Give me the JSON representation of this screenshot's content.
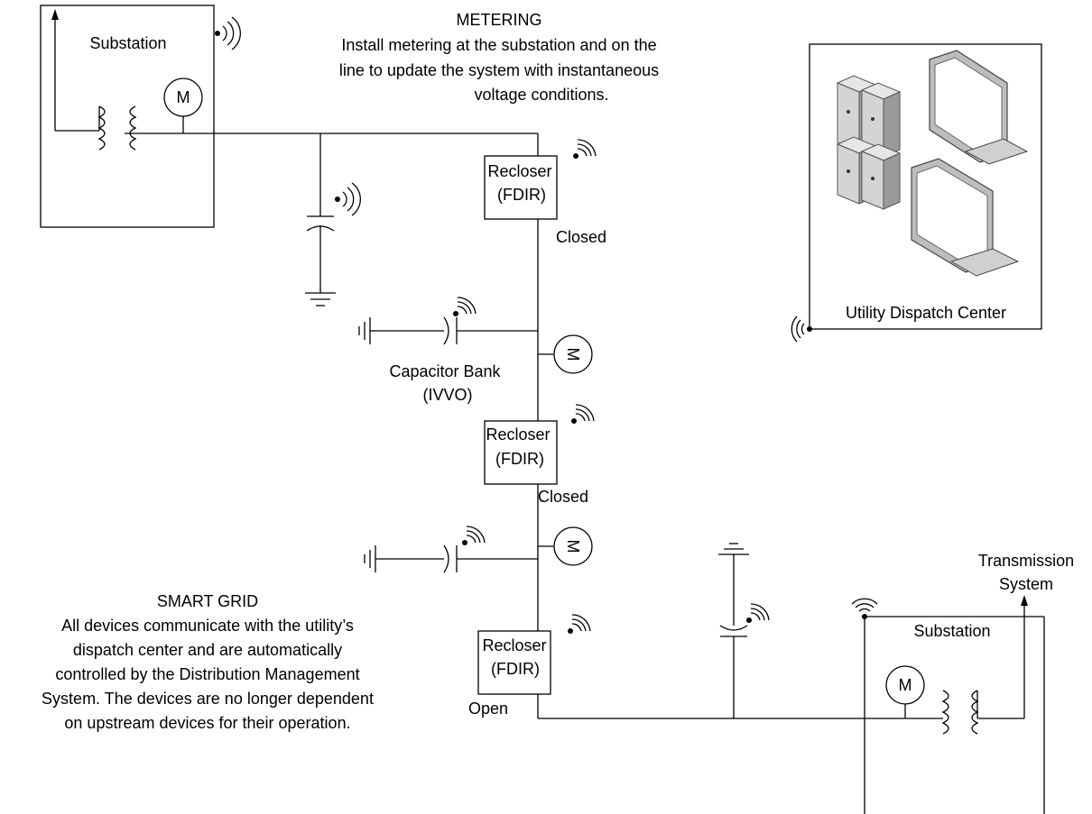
{
  "labels": {
    "substation_top": "Substation",
    "substation_bottom": "Substation",
    "transmission_line1": "Transmission",
    "transmission_line2": "System",
    "meter_symbol": "M",
    "metering_title": "METERING",
    "metering_line1": "Install metering at the substation and on the",
    "metering_line2": "line to update the system with instantaneous",
    "metering_line3": "voltage conditions.",
    "recloser_line1": "Recloser",
    "recloser_line2": "(FDIR)",
    "status_1": "Closed",
    "status_2": "Closed",
    "status_3": "Open",
    "capbank_line1": "Capacitor Bank",
    "capbank_line2": "(IVVO)",
    "dispatch_center": "Utility Dispatch Center",
    "smartgrid_title": "SMART GRID",
    "smartgrid_line1": "All devices communicate with the utility’s",
    "smartgrid_line2": "dispatch center and are automatically",
    "smartgrid_line3": "controlled by the Distribution Management",
    "smartgrid_line4": "System.  The devices are no longer dependent",
    "smartgrid_line5": "on upstream devices for their operation."
  },
  "icons": {
    "wireless": "wireless-signal-icon",
    "meter": "meter-icon",
    "transformer": "transformer-icon",
    "capacitor": "capacitor-icon",
    "ground": "ground-icon",
    "server": "server-icon",
    "monitor": "monitor-icon"
  }
}
